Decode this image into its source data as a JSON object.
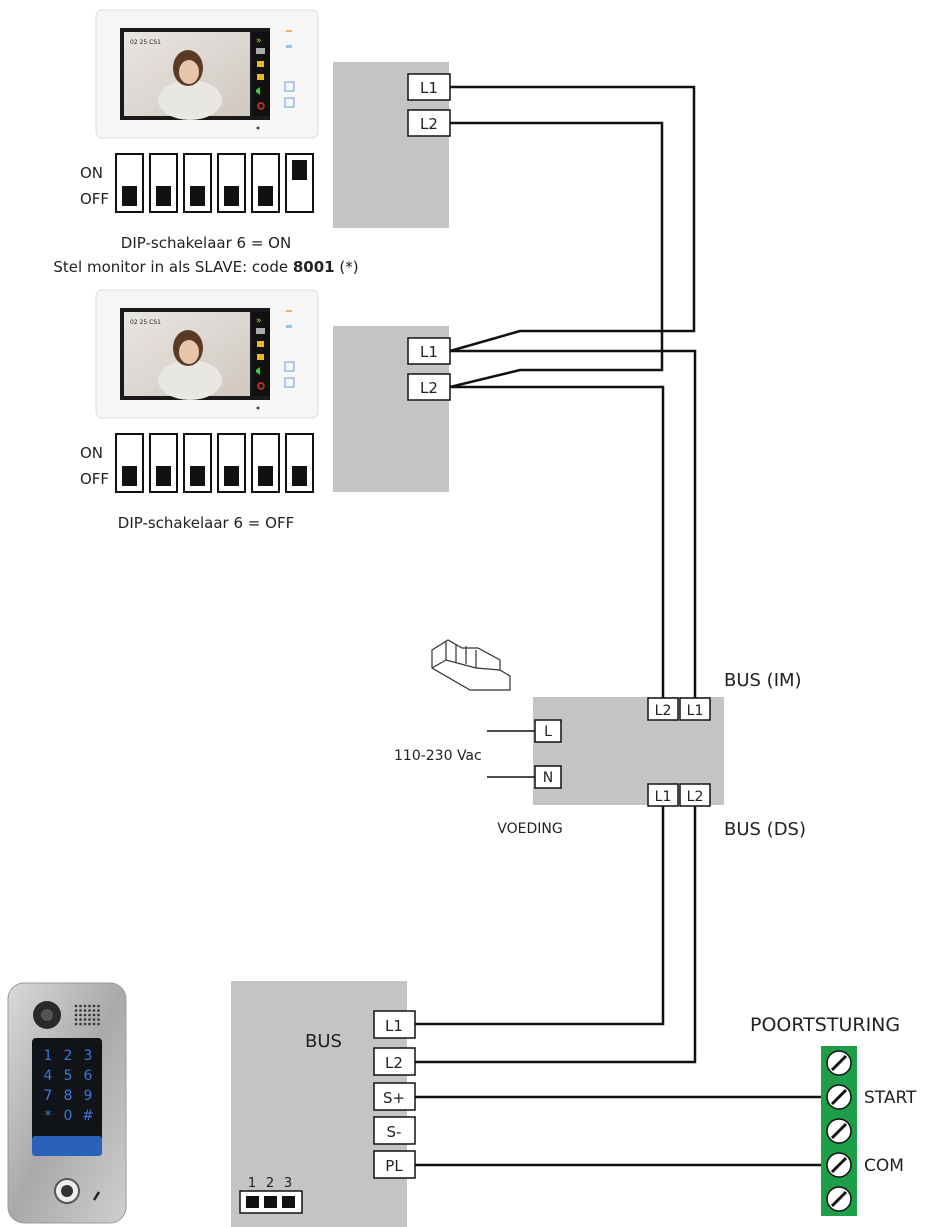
{
  "monitor1": {
    "terminals": [
      "L1",
      "L2"
    ],
    "dip_on": "ON",
    "dip_off": "OFF",
    "caption_line1": "DIP-schakelaar 6 = ON",
    "caption_line2_prefix": "Stel monitor in als SLAVE: code ",
    "caption_line2_code": "8001",
    "caption_line2_suffix": " (*)",
    "dip_states": [
      "off",
      "off",
      "off",
      "off",
      "off",
      "on"
    ],
    "screen_status": "02 25 CS1"
  },
  "monitor2": {
    "terminals": [
      "L1",
      "L2"
    ],
    "dip_on": "ON",
    "dip_off": "OFF",
    "caption_line1": "DIP-schakelaar 6 = OFF",
    "dip_states": [
      "off",
      "off",
      "off",
      "off",
      "off",
      "off"
    ],
    "screen_status": "02 25 CS1"
  },
  "power_supply": {
    "bus_im_label": "BUS (IM)",
    "bus_ds_label": "BUS (DS)",
    "im_terminals": [
      "L2",
      "L1"
    ],
    "ds_terminals": [
      "L1",
      "L2"
    ],
    "mains_terminals": [
      "L",
      "N"
    ],
    "voltage_label": "110-230 Vac",
    "name": "VOEDING"
  },
  "door_station": {
    "bus_label": "BUS",
    "terminals": [
      "L1",
      "L2",
      "S+",
      "S-",
      "PL"
    ],
    "jumper_numbers": [
      "1",
      "2",
      "3"
    ],
    "keypad_keys": [
      "1",
      "2",
      "3",
      "4",
      "5",
      "6",
      "7",
      "8",
      "9",
      "*",
      "0",
      "#"
    ]
  },
  "gate_control": {
    "title": "POORTSTURING",
    "start_label": "START",
    "com_label": "COM"
  },
  "colors": {
    "box_gray": "#c4c4c4",
    "wire": "#111111",
    "terminal_green": "#1f9e4a",
    "keypad_blue": "#2f6fd6"
  }
}
